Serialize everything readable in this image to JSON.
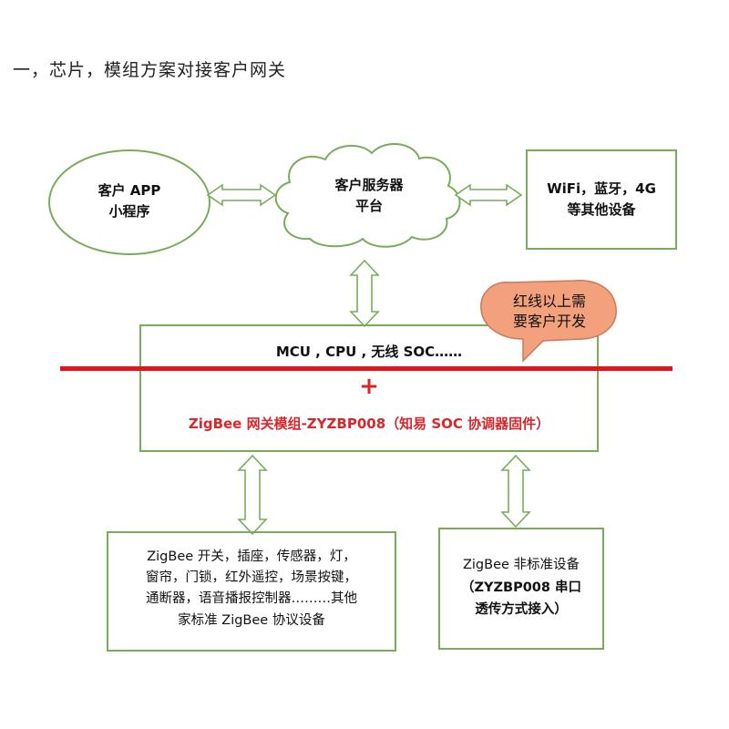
{
  "title": "一，芯片，模组方案对接客户网关",
  "nodes": {
    "client_app": {
      "line1": "客户 APP",
      "line2": "小程序"
    },
    "server": {
      "line1": "客户服务器",
      "line2": "平台"
    },
    "other_devices": {
      "line1": "WiFi，蓝牙，4G",
      "line2": "等其他设备"
    },
    "mcu": {
      "label": "MCU , CPU , 无线 SOC……"
    },
    "plus": {
      "label": "+"
    },
    "zigbee_module": {
      "label": "ZigBee 网关模组-ZYZBP008（知易 SOC 协调器固件）"
    },
    "callout": {
      "line1": "红线以上需",
      "line2": "要客户开发"
    },
    "standard_devices": {
      "line1": "ZigBee 开关，插座，传感器，灯，",
      "line2": "窗帘，门锁，红外遥控，场景按键，",
      "line3": "通断器，语音播报控制器………其他",
      "line4": "家标准 ZigBee 协议设备"
    },
    "nonstandard_devices": {
      "line1": "ZigBee 非标准设备",
      "line2": "（ZYZBP008 串口",
      "line3": "透传方式接入）"
    }
  },
  "colors": {
    "green_border": "#7aab5a",
    "red_line": "#e0161c",
    "callout_fill": "#f3a07c",
    "callout_border": "#c87a5a",
    "zigbee_text": "#d8262b"
  }
}
